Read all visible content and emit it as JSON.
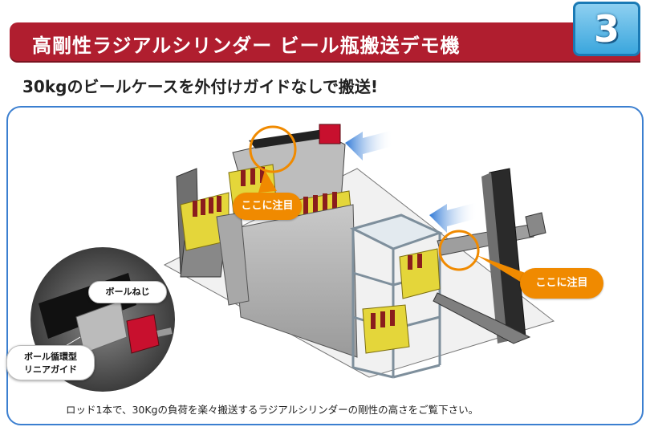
{
  "header": {
    "title": "高剛性ラジアルシリンダー ビール瓶搬送デモ機",
    "badge_number": "3"
  },
  "subtitle": "30kgのビールケースを外付けガイドなしで搬送!",
  "callouts": {
    "top": "ここに注目",
    "right": "ここに注目"
  },
  "inset_labels": {
    "ball_screw": "ボールねじ",
    "linear_guide_line1": "ボール循環型",
    "linear_guide_line2": "リニアガイド"
  },
  "caption": "ロッド1本で、30Kgの負荷を楽々搬送するラジアルシリンダーの剛性の高さをご覧下さい。",
  "colors": {
    "title_bar": "#b01e2f",
    "badge": "#3aa6dd",
    "panel_border": "#3b7fd0",
    "callout": "#f08a00",
    "crate": "#e4d63a",
    "arrow": "#4a8fe0"
  }
}
